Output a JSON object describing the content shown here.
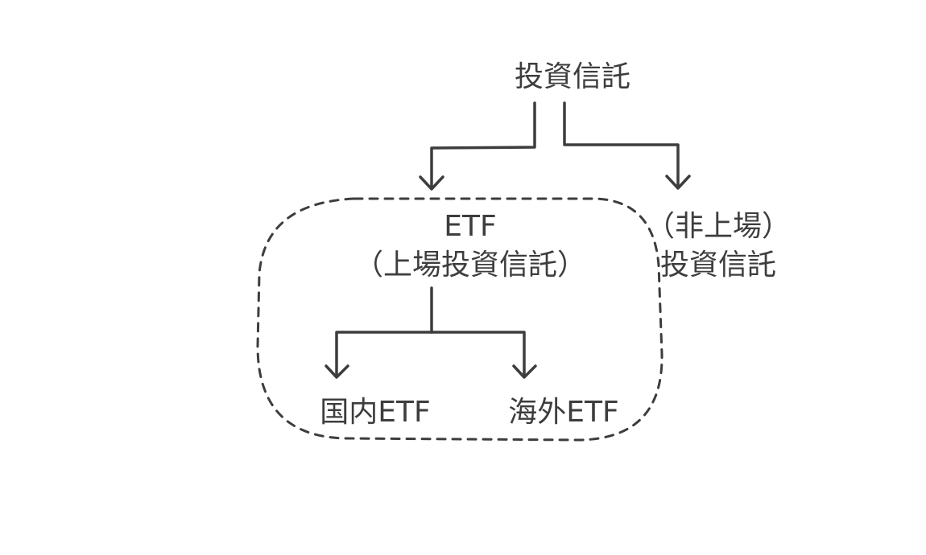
{
  "diagram": {
    "root": "投資信託",
    "etf": {
      "line1": "ETF",
      "line2": "（上場投資信託）"
    },
    "unlisted": {
      "line1": "（非上場）",
      "line2": "投資信託"
    },
    "domestic_etf": "国内ETF",
    "foreign_etf": "海外ETF"
  },
  "colors": {
    "ink": "#3d3d3d",
    "background": "#ffffff"
  }
}
